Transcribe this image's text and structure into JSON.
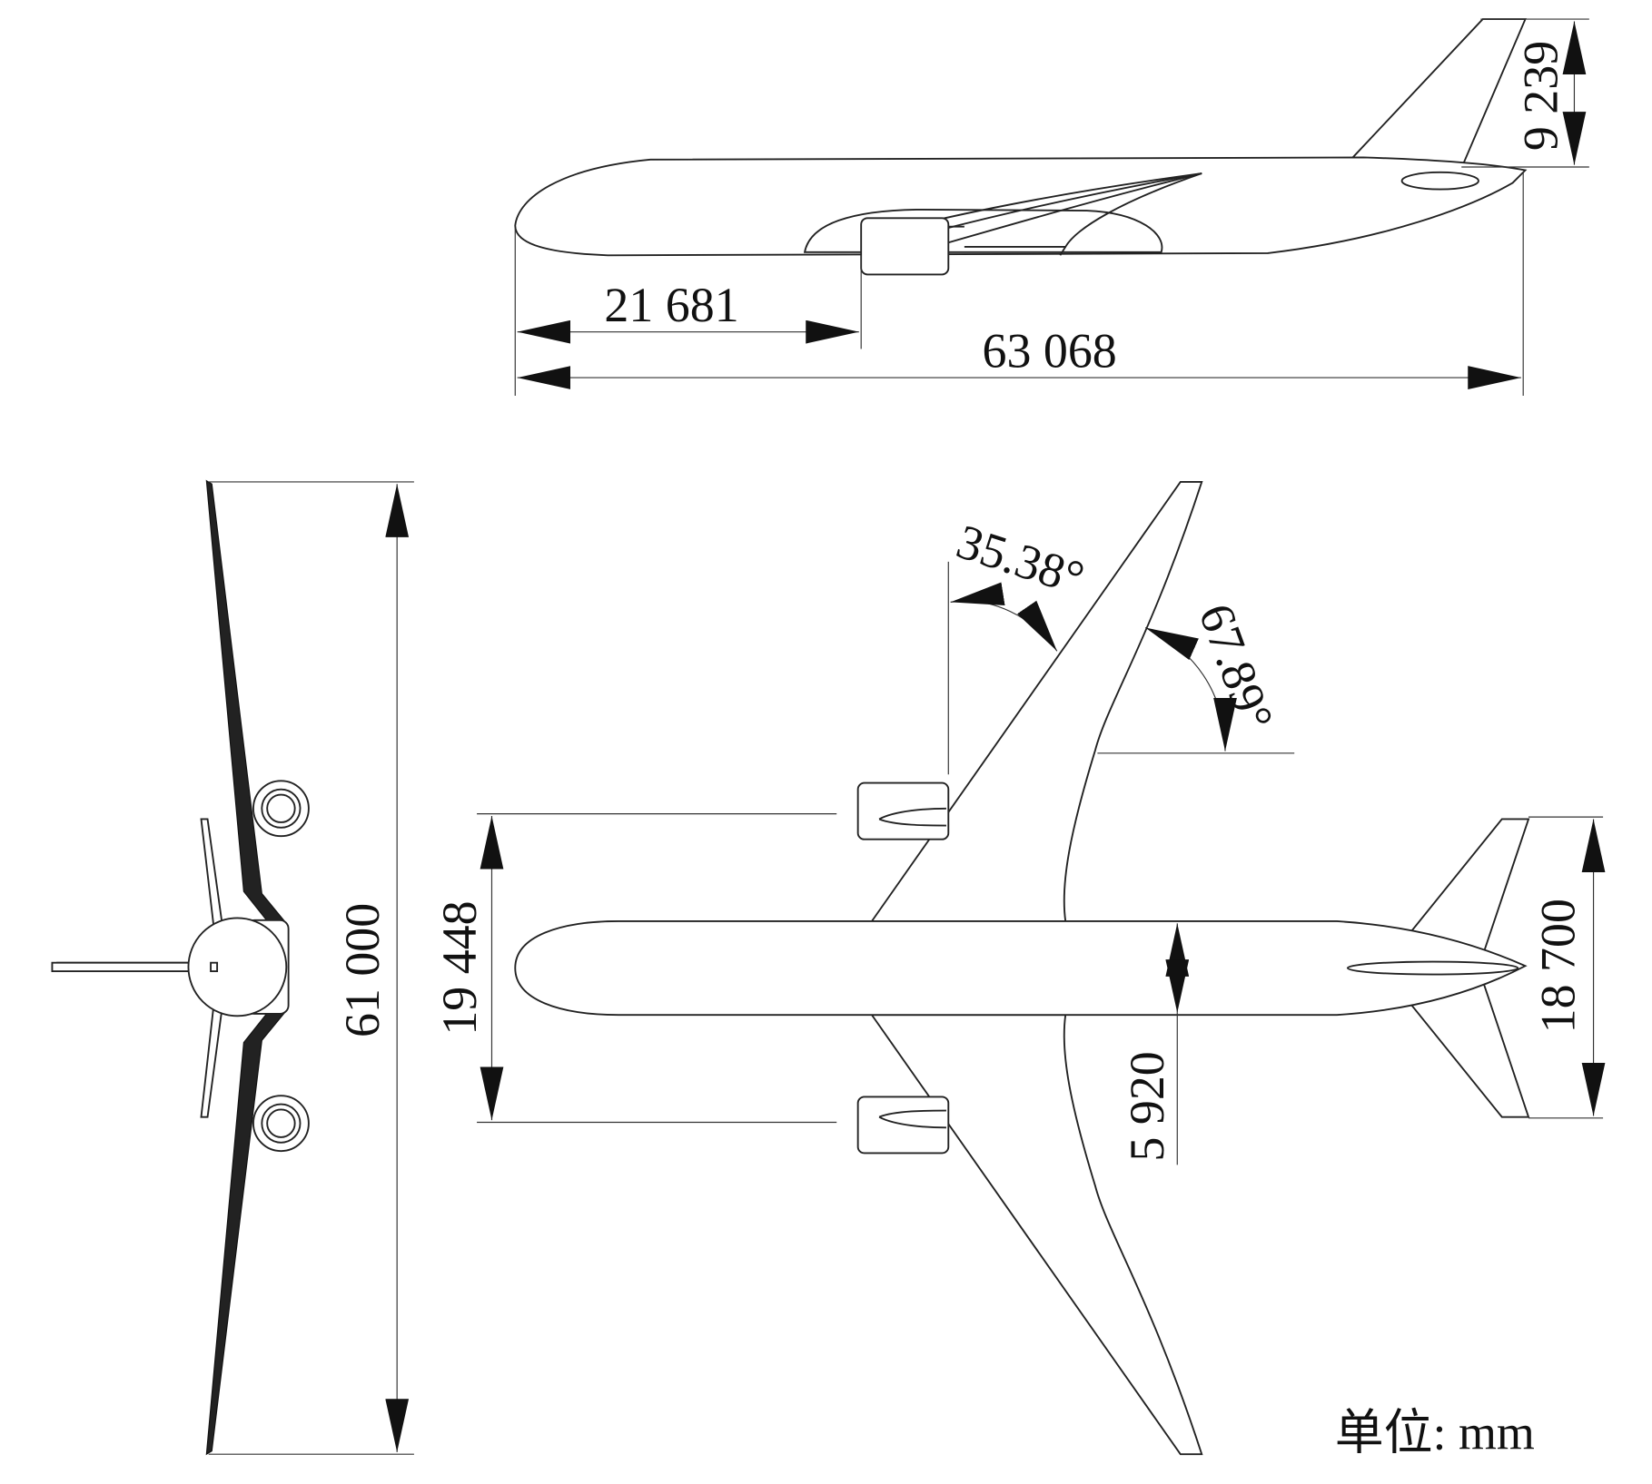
{
  "title": "Aircraft three-view dimensions",
  "side_view": {
    "tail_height": "9 239",
    "nose_to_wing": "21 681",
    "overall_length": "63 068"
  },
  "front_view": {
    "wingspan": "61 000"
  },
  "top_view": {
    "engine_spacing": "19 448",
    "fuselage_width": "5 920",
    "tailplane_span": "18 700",
    "sweep_angle_leading": "35.38°",
    "sweep_angle_trailing": "67.89°"
  },
  "unit_label": "单位: mm"
}
